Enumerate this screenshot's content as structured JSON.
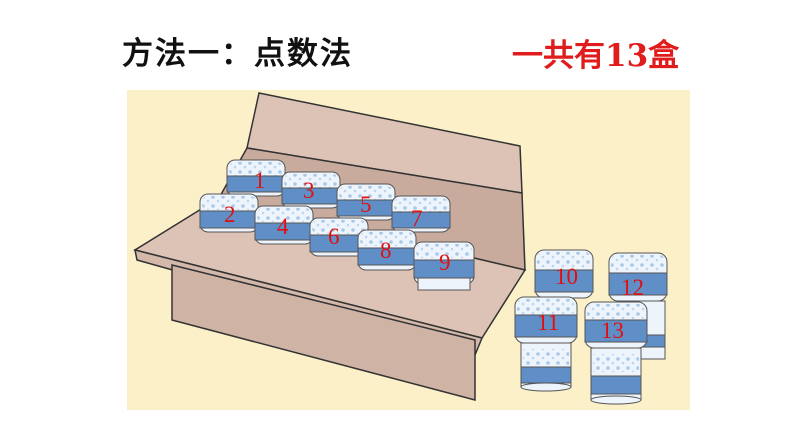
{
  "slide": {
    "title": "方法一：点数法",
    "total": "一共有13盒"
  },
  "counts": [
    "1",
    "2",
    "3",
    "4",
    "5",
    "6",
    "7",
    "8",
    "9",
    "10",
    "11",
    "12",
    "13"
  ],
  "colors": {
    "background": "#fbf0c8",
    "box": "#dcc3b5",
    "yogurt_band": "#5f8fc6",
    "number": "#e01010",
    "total_text": "#e01c1c"
  }
}
